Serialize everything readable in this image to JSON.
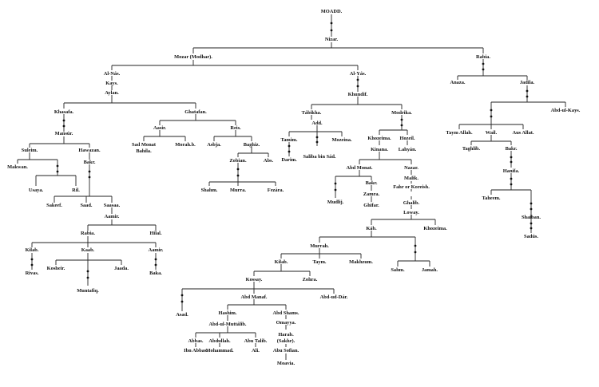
{
  "diagram": {
    "colors": {
      "ink": "#111111",
      "line": "#222222",
      "paper": "#ffffff"
    },
    "labels": {
      "moadd": "MOADD.",
      "nizar": "Nizar.",
      "mozar": "Mozar (Modhar).",
      "rabia_top": "Rabia.",
      "alnas": "Al-Nás.",
      "kays": "Kays.",
      "aylan": "Aylan.",
      "alyas": "Al-Yás.",
      "khundif": "Khundif.",
      "anaza": "Anaza.",
      "jadila": "Jadila.",
      "khasafa": "Khasafa.",
      "mansur": "Mansúr.",
      "ghatafan": "Ghatafan.",
      "suleim": "Suleim.",
      "hawazan": "Hawazan.",
      "bakr_hawazan": "Bakr.",
      "makwan": "Makwan.",
      "usaya": "Usaya.",
      "ril": "Ril.",
      "sakeef": "Sakeef.",
      "saad_h": "Saad.",
      "saasaa": "Saasaa.",
      "aamir": "Aamir.",
      "rabia2": "Rabia.",
      "hilal": "Hilal.",
      "kilab": "Kilab.",
      "kaab": "Kaab.",
      "aamir2": "Aamir.",
      "rivas": "Rivas.",
      "kosheir": "Kosheir.",
      "jaada": "Jaada.",
      "baka": "Baka.",
      "muntafiq": "Muntafiq.",
      "aasir": "Aasir.",
      "reis": "Reis.",
      "saad_monat": "Sad Monat",
      "bahila": "Bahila.",
      "morahib": "Morah.b.",
      "asbja": "Asbja.",
      "baghiz": "Baghiz.",
      "zobian": "Zobian.",
      "abs": "Abs.",
      "shahm": "Shahm.",
      "murra_g": "Murra.",
      "fezara": "Fezára.",
      "tabikha": "Tábikha.",
      "add": "Add.",
      "tamim": "Tamim.",
      "mozeina": "Mozeina.",
      "darim": "Darim.",
      "saliba": "Saliba bin Sád.",
      "modrika": "Modrika.",
      "khozeima": "Khozeima.",
      "hozeil": "Hozeil.",
      "kinana": "Kinana.",
      "lahyan": "Lahyán.",
      "abd_monat": "Abd Monat.",
      "nazar": "Nazar.",
      "mudlij": "Mudlij.",
      "bakr_k": "Bakr.",
      "zamra": "Zamra.",
      "ghifar": "Ghifar.",
      "malik": "Malik.",
      "fahr": "Fahr or Koreish.",
      "ghalib": "Ghalib.",
      "loway": "Loway.",
      "kab": "Káb.",
      "khozeima2": "Khozeima.",
      "murrah": "Murrah.",
      "sahm": "Sahm.",
      "jamah": "Jamah.",
      "kilab2": "Kilab.",
      "taym": "Taym.",
      "makhzum": "Makhzum.",
      "kossay": "Kossay.",
      "zohra": "Zohra.",
      "abd_manaf": "Abd Manaf.",
      "abd_ud_dar": "Abd-ud-Dár.",
      "asad": "Asad.",
      "hashim": "Hashim.",
      "abd_shams": "Abd Shams.",
      "abd_ul_muttalib": "Abd-ul-Muttálib.",
      "omayya": "Omayya.",
      "harab": "Harab.",
      "sakhr": "(Sakhr).",
      "abbas": "Abbas.",
      "abdullah": "Abdullah.",
      "abu_talib": "Abu Talib.",
      "abu_sofian": "Abu Sofian.",
      "ibn_abbas": "Ibn Abbas.",
      "mohammad": "Mohammad.",
      "ali": "Ali.",
      "moavia": "Moavia.",
      "abd_ul_kays": "Abd-ul-Kays.",
      "taym_allah": "Taym Allah.",
      "wail": "Wail.",
      "aus_allat": "Aus Allat.",
      "taghlib": "Taghlib.",
      "bakr_w": "Bakr.",
      "hanifa": "Hanifa.",
      "taheem": "Taheem.",
      "shaiban": "Shaiban.",
      "saduis": "Sadús."
    }
  }
}
